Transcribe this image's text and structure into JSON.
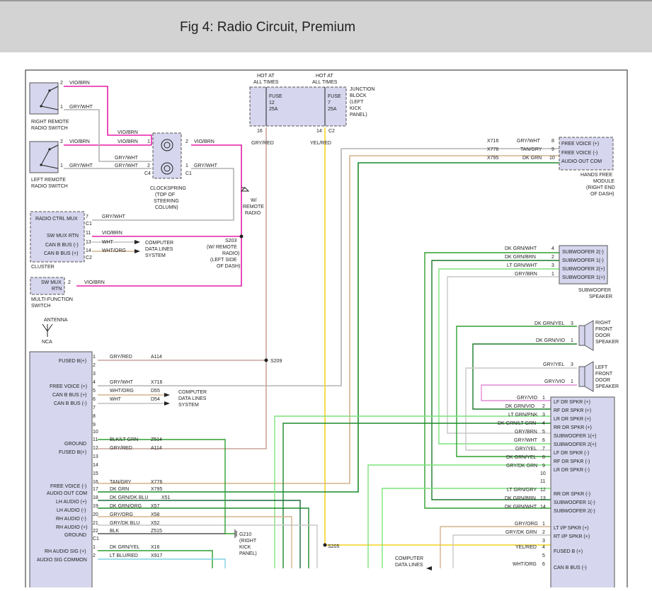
{
  "page": {
    "title": "Fig 4: Radio Circuit, Premium"
  },
  "colors": {
    "header_bg": "#d3d3d3",
    "module_fill": "#d6d6ee",
    "vio_brn": "#e61ea8",
    "gry_wht": "#b3b3b3",
    "gry_red": "#c9a49b",
    "yel_red": "#f2d422",
    "dk_grn": "#1a8a2a",
    "lt_grn": "#7ce37c",
    "dk_grn_wht": "#2f9f2f",
    "tan": "#d4b48c",
    "lt_blu": "#7fd0e0",
    "gry_vio": "#e08ad6"
  },
  "labels": {
    "right_remote_switch": [
      "RIGHT REMOTE",
      "RADIO SWITCH"
    ],
    "left_remote_switch": [
      "LEFT REMOTE",
      "RADIO SWITCH"
    ],
    "clockspring": [
      "CLOCKSPRING",
      "(TOP OF",
      "STEERING",
      "COLUMN)"
    ],
    "hot_at_all_times_1": [
      "HOT AT",
      "ALL TIMES"
    ],
    "hot_at_all_times_2": [
      "HOT AT",
      "ALL TIMES"
    ],
    "fuse12": [
      "FUSE",
      "12",
      "25A"
    ],
    "fuse7": [
      "FUSE",
      "7",
      "25A"
    ],
    "junction_block": [
      "JUNCTION",
      "BLOCK",
      "(LEFT",
      "KICK",
      "PANEL)"
    ],
    "hands_free": [
      "HANDS FREE",
      "MODULE",
      "(RIGHT END",
      "OF DASH)"
    ],
    "hands_free_pins": [
      "FREE VOICE (+)",
      "FREE VOICE (-)",
      "AUDIO OUT COM"
    ],
    "w_remote_radio": [
      "W/",
      "REMOTE",
      "RADIO"
    ],
    "cluster_pins": [
      "RADIO CTRL MUX",
      "SW MUX RTN",
      "CAN B BUS (-)",
      "CAN B BUS (+)"
    ],
    "cluster": "CLUSTER",
    "computer_data_1": [
      "COMPUTER",
      "DATA LINES",
      "SYSTEM"
    ],
    "computer_data_2": [
      "COMPUTER",
      "DATA LINES",
      "SYSTEM"
    ],
    "computer_data_3": [
      "COMPUTER",
      "DATA LINES"
    ],
    "s203": [
      "S203",
      "(W/ REMOTE",
      "RADIO)",
      "(LEFT SIDE",
      "OF DASH)"
    ],
    "mfs_pins": [
      "SW MUX",
      "RTN"
    ],
    "mfs": [
      "MULTI-FUNCTION",
      "SWITCH"
    ],
    "subwoofer_pins": [
      "SUBWOOFER 2(-)",
      "SUBWOOFER 1(-)",
      "SUBWOOFER 2(+)",
      "SUBWOOFER 1(+)"
    ],
    "subwoofer": [
      "SUBWOOFER",
      "SPEAKER"
    ],
    "right_front_door": [
      "RIGHT",
      "FRONT",
      "DOOR",
      "SPEAKER"
    ],
    "left_front_door": [
      "LEFT",
      "FRONT",
      "DOOR",
      "SPEAKER"
    ],
    "antenna": "ANTENNA",
    "nca": "NCA",
    "s209": "S209",
    "s205": "S205",
    "g210": [
      "G210",
      "(RIGHT",
      "KICK",
      "PANEL)"
    ],
    "radio_pins": [
      "FUSED B(+)",
      "FREE VOICE (+)",
      "CAN B BUS (+)",
      "CAN B BUS (-)",
      "GROUND",
      "FUSED B(+)",
      "FREE VOICE (-)",
      "AUDIO OUT COM",
      "LH AUDIO (+)",
      "LH AUDIO (-)",
      "RH AUDIO (-)",
      "RH AUDIO (+)",
      "GROUND",
      "RH AUDIO SIG (+)",
      "AUDIO SIG COMMON"
    ],
    "amp_pins": [
      "LF DR SPKR (+)",
      "RF DR SPKR (+)",
      "LR DR SPKR (+)",
      "RR DR SPKR (+)",
      "SUBWOOFER 1(+)",
      "SUBWOOFER 2(+)",
      "LF DR SPKR (-)",
      "RF DR SPKR (-)",
      "LR DR SPKR (-)",
      "RR DR SPKR (-)",
      "SUBWOOFER 1(-)",
      "SUBWOOFER 2(-)",
      "LT I/P SPKR (+)",
      "RT I/P SPKR (+)",
      "FUSED B (+)",
      "CAN B BUS (-)"
    ]
  },
  "wires": {
    "vio_brn": "VIO/BRN",
    "gry_wht": "GRY/WHT",
    "gry_red": "GRY/RED",
    "yel_red": "YEL/RED",
    "wht": "WHT",
    "wht_org": "WHT/ORG",
    "x716": "X716",
    "x776": "X776",
    "x795": "X795",
    "tan_gry": "TAN/GRY",
    "dk_grn": "DK GRN",
    "dk_grn_wht": "DK GRN/WHT",
    "dk_grn_brn": "DK GRN/BRN",
    "lt_grn_wht": "LT GRN/WHT",
    "gry_brn": "GRY/BRN",
    "dk_grn_yel": "DK GRN/YEL",
    "dk_grn_vio": "DK GRN/VIO",
    "gry_yel": "GRY/YEL",
    "gry_vio": "GRY/VIO",
    "lt_grn_pnk": "LT GRN/PNK",
    "dk_grn_lt_grn": "DK GRN/LT GRN",
    "gry_dk_grn": "GRY/DK GRN",
    "lt_grn_gry": "LT GRN/GRY",
    "gry_org": "GRY/ORG",
    "gry_dk_blu": "GRY/DK BLU",
    "blk_lt_grn": "BLK/LT GRN",
    "blk": "BLK",
    "dk_grn_dk_blu": "DK GRN/DK BLU",
    "dk_grn_org": "DK GRN/ORG",
    "lt_blu_red": "LT BLU/RED",
    "wht_org_2": "WHT/ORG",
    "a114": "A114",
    "d55": "D55",
    "d54": "D54",
    "z514": "Z514",
    "x51": "X51",
    "x57": "X57",
    "x58": "X58",
    "x52": "X52",
    "z515": "Z515",
    "x16": "X16",
    "x917": "X917"
  },
  "connectors": {
    "c1": "C1",
    "c2": "C2",
    "c4": "C4",
    "p16": "16",
    "p14": "14"
  },
  "pins": {
    "n1": "1",
    "n2": "2",
    "n3": "3",
    "n4": "4",
    "n5": "5",
    "n6": "6",
    "n7": "7",
    "n8": "8",
    "n9": "9",
    "n10": "10",
    "n11": "11",
    "n12": "12",
    "n13": "13",
    "n14": "14",
    "n15": "15",
    "n16": "16",
    "n17": "17",
    "n18": "18",
    "n19": "19",
    "n20": "20",
    "n21": "21",
    "n22": "22"
  }
}
